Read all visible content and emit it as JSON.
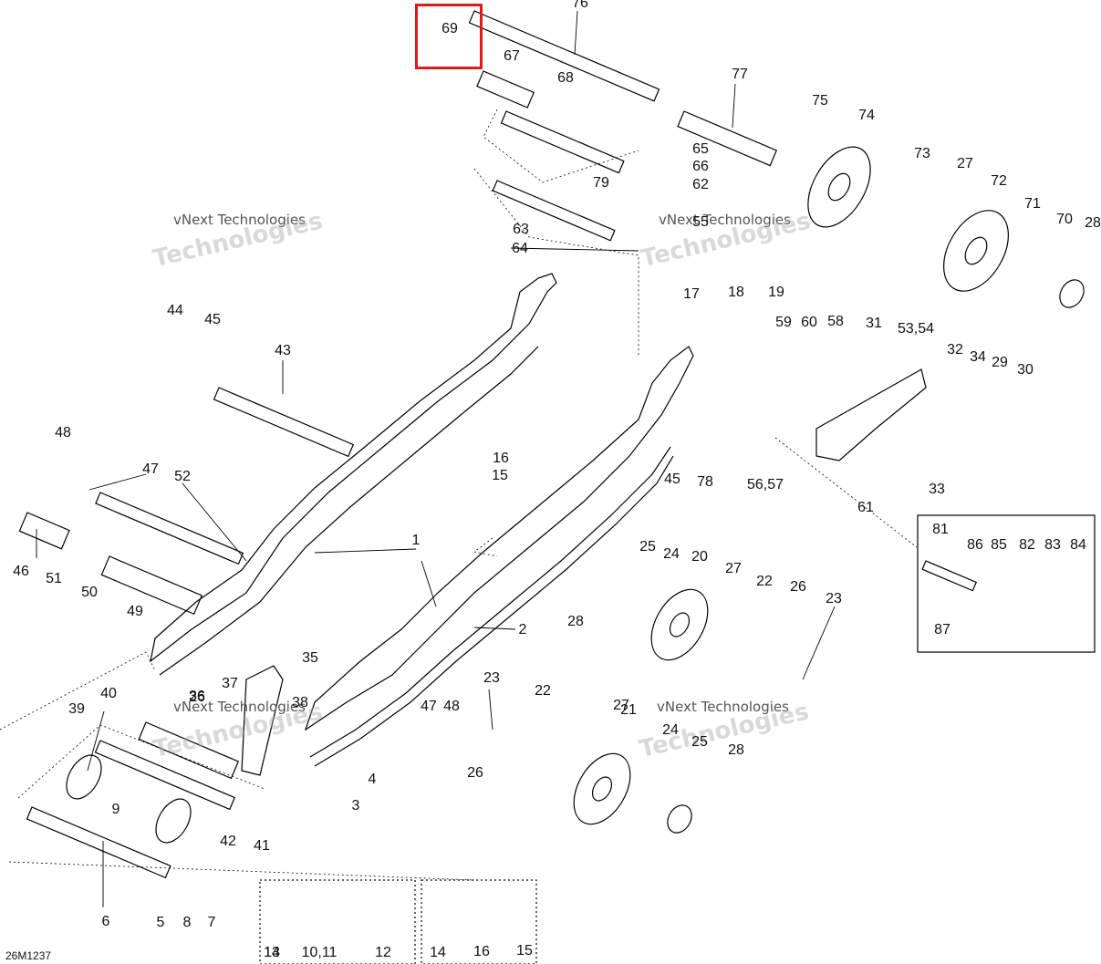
{
  "diagram": {
    "code": "26M1237",
    "highlight_color": "#e2191b",
    "watermarks": [
      {
        "small": "vNext Technologies",
        "big": "Technologies"
      },
      {
        "small": "vNext Technologies",
        "big": "Technologies"
      },
      {
        "small": "vNext Technologies",
        "big": "Technologies"
      },
      {
        "small": "vNext Technologies",
        "big": "Technologies"
      }
    ],
    "labels": [
      "1",
      "2",
      "3",
      "4",
      "5",
      "6",
      "7",
      "8",
      "9",
      "10,11",
      "12",
      "13",
      "14",
      "14",
      "15",
      "15",
      "16",
      "16",
      "17",
      "18",
      "19",
      "20",
      "21",
      "22",
      "22",
      "23",
      "23",
      "24",
      "24",
      "25",
      "25",
      "26",
      "26",
      "26",
      "27",
      "27",
      "27",
      "28",
      "28",
      "28",
      "29",
      "30",
      "31",
      "32",
      "33",
      "34",
      "35",
      "36",
      "37",
      "38",
      "39",
      "40",
      "41",
      "42",
      "43",
      "44",
      "45",
      "45",
      "46",
      "47",
      "47",
      "48",
      "48",
      "49",
      "50",
      "51",
      "52",
      "53,54",
      "55",
      "56,57",
      "58",
      "59",
      "60",
      "61",
      "62",
      "63",
      "64",
      "65",
      "66",
      "67",
      "68",
      "69",
      "70",
      "71",
      "72",
      "73",
      "74",
      "75",
      "76",
      "77",
      "78",
      "79",
      "81",
      "82",
      "83",
      "84",
      "85",
      "86",
      "87"
    ]
  }
}
